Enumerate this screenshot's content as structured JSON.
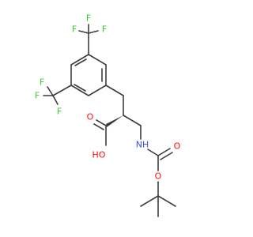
{
  "colors": {
    "background": "#ffffff",
    "bond": "#3c3c3c",
    "carbon": "#3c3c3c",
    "fluorine": "#33cc33",
    "oxygen": "#ff0d0d",
    "nitrogen": "#3050f8"
  },
  "atoms": {
    "f1": "F",
    "f2": "F",
    "f3": "F",
    "f4": "F",
    "f5": "F",
    "f6": "F",
    "o_carboxyl_double": "O",
    "o_hydroxyl": "HO",
    "nitrogen": "NH",
    "o_carbamate_double": "O",
    "o_ester": "O"
  }
}
